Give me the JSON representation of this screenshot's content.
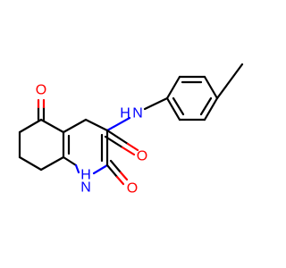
{
  "molecule": {
    "atoms": {
      "oxygen_ketone": "O",
      "oxygen_lactam": "O",
      "oxygen_amide": "O",
      "nitrogen_amide": "N",
      "hydrogen_amide": "H",
      "nitrogen_ring": "N",
      "hydrogen_ring": "H"
    },
    "colors": {
      "bond": "#000000",
      "oxygen": "#ff0000",
      "nitrogen": "#0000ff",
      "background": "#ffffff"
    }
  }
}
